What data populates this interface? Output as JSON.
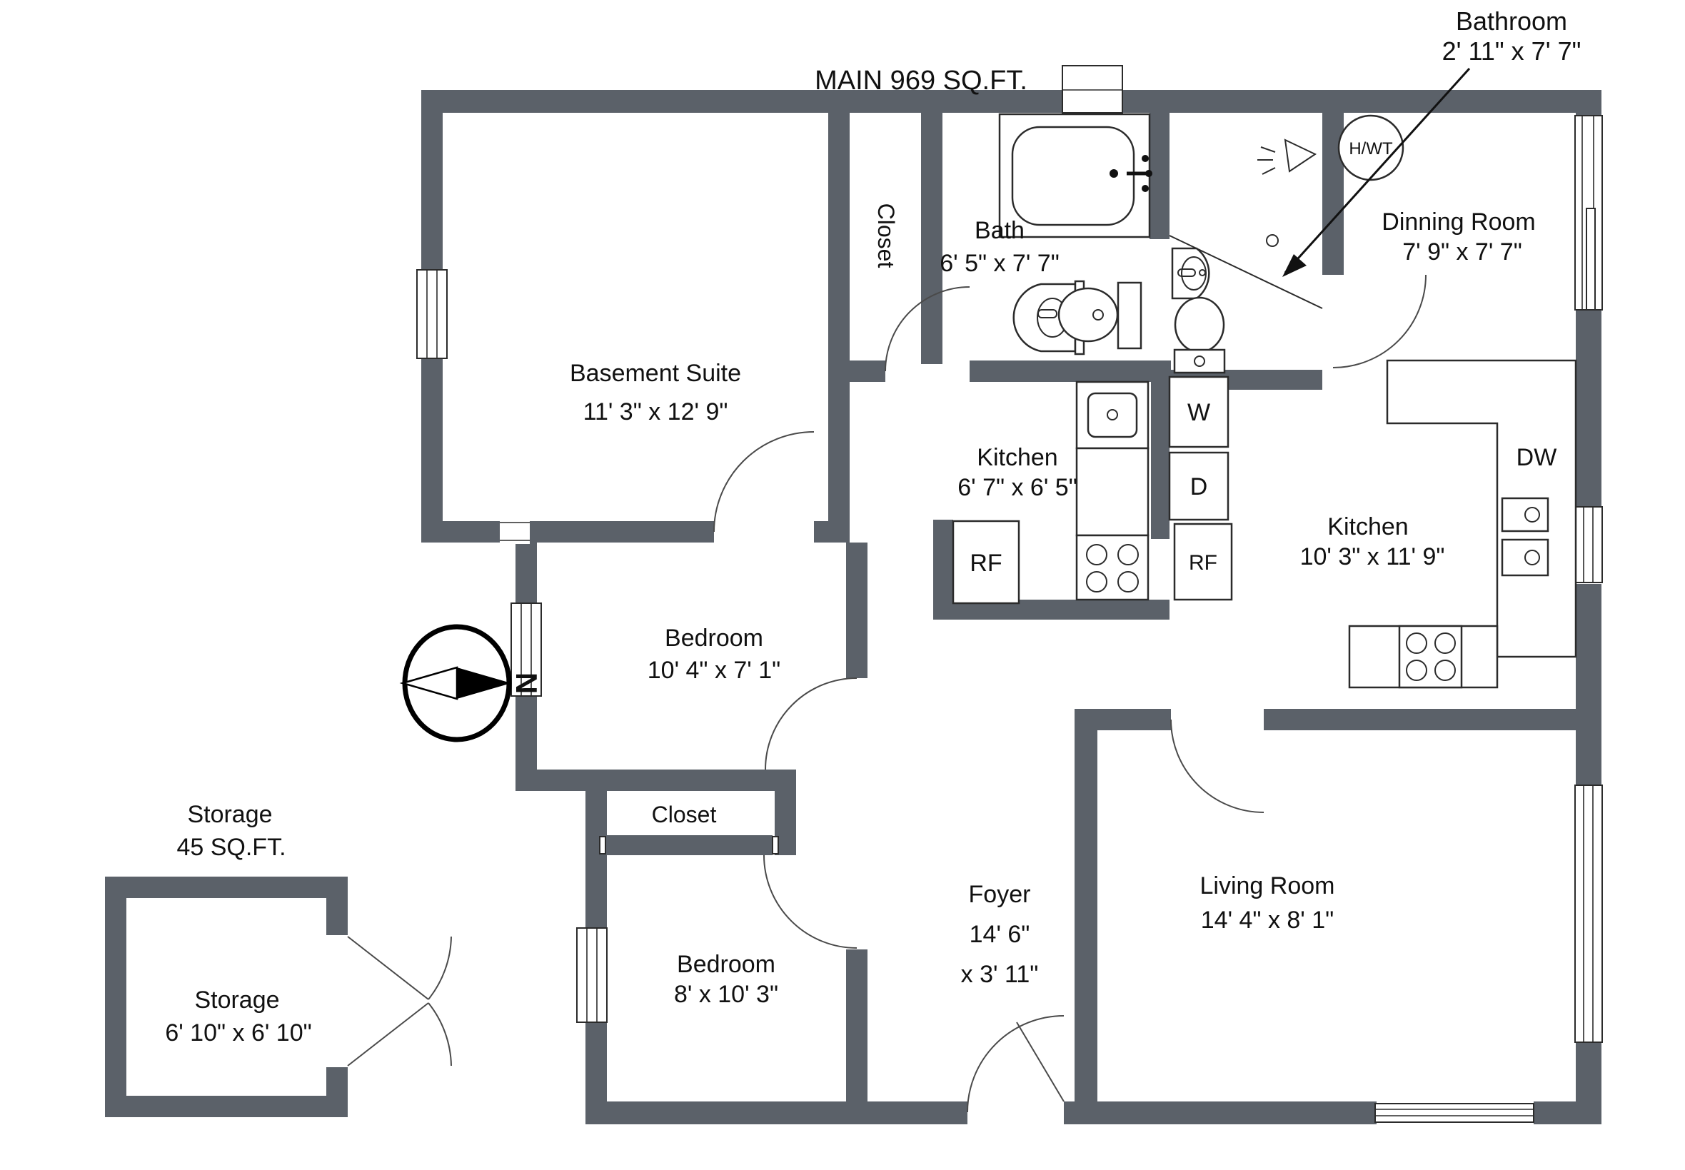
{
  "title": "MAIN  969 SQ.FT.",
  "callout": {
    "line1": "Bathroom",
    "line2": "2' 11\" x 7' 7\""
  },
  "rooms": {
    "basement_suite": {
      "name": "Basement Suite",
      "dims": "11' 3\" x 12' 9\""
    },
    "closet_upper": {
      "name": "Closet"
    },
    "bath": {
      "name": "Bath",
      "dims": "6' 5\" x 7' 7\""
    },
    "dinning": {
      "name": "Dinning Room",
      "dims": "7' 9\" x 7' 7\""
    },
    "kitchen_small": {
      "name": "Kitchen",
      "dims": "6' 7\" x 6' 5\""
    },
    "kitchen_large": {
      "name": "Kitchen",
      "dims": "10' 3\" x 11' 9\""
    },
    "bedroom_upper": {
      "name": "Bedroom",
      "dims": "10' 4\" x 7' 1\""
    },
    "closet_lower": {
      "name": "Closet"
    },
    "foyer": {
      "name": "Foyer",
      "dim1": "14' 6\"",
      "dim2": "x 3' 11\""
    },
    "bedroom_lower": {
      "name": "Bedroom",
      "dims": "8' x 10' 3\""
    },
    "living_room": {
      "name": "Living Room",
      "dims": "14' 4\" x 8' 1\""
    },
    "storage": {
      "name": "Storage",
      "area": "45 SQ.FT.",
      "dims": "6' 10\" x 6' 10\""
    }
  },
  "appliances": {
    "washer": "W",
    "dryer": "D",
    "fridge": "RF",
    "dishwasher": "DW",
    "water_tank": "H/WT"
  },
  "compass_north": "N",
  "colors": {
    "wall": "#5b6169",
    "text": "#111111"
  }
}
